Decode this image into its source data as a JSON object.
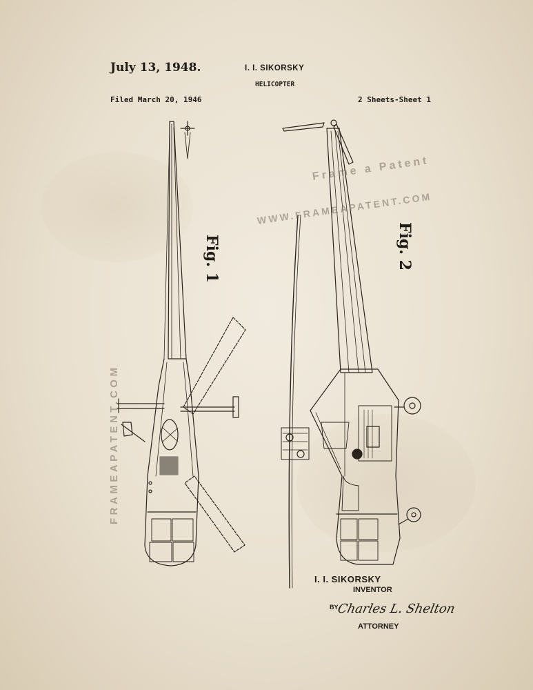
{
  "header": {
    "date": "July 13, 1948.",
    "inventor": "I. I. SIKORSKY",
    "title": "HELICOPTER",
    "filed": "Filed March 20, 1946",
    "sheets": "2 Sheets-Sheet 1"
  },
  "figures": {
    "fig1_label": "Fig. 1",
    "fig2_label": "Fig. 2"
  },
  "footer": {
    "inventor_name": "I. I. SIKORSKY",
    "inventor_label": "INVENTOR",
    "by": "BY",
    "signature": "Charles L. Shelton",
    "attorney_label": "ATTORNEY"
  },
  "watermarks": {
    "brand": "Frame a Patent",
    "url_upper": "WWW.FRAMEAPATENT.COM",
    "url_side": "FRAMEAPATENT.COM"
  },
  "colors": {
    "paper": "#ece4d6",
    "ink": "#1f1b16",
    "watermark": "#786e64"
  }
}
